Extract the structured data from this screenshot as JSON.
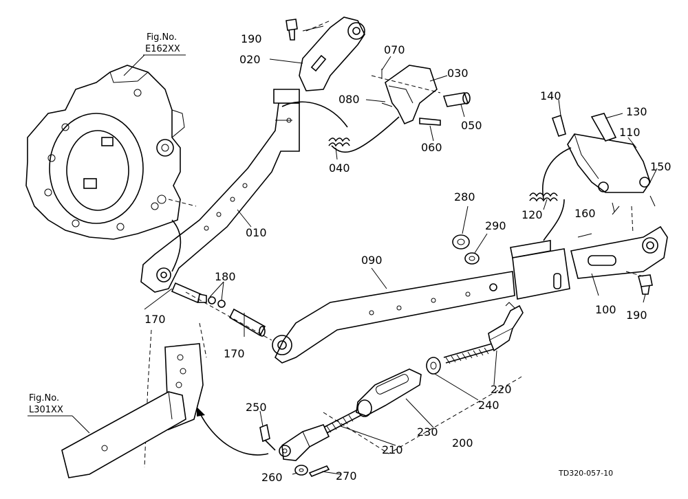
{
  "references": {
    "top": {
      "prefix": "Fig.No.",
      "code": "E162XX"
    },
    "bottom": {
      "prefix": "Fig.No.",
      "code": "L301XX"
    }
  },
  "part_numbers": {
    "p190a": "190",
    "p020": "020",
    "p070": "070",
    "p030": "030",
    "p080": "080",
    "p050": "050",
    "p060": "060",
    "p040": "040",
    "p010": "010",
    "p140": "140",
    "p130": "130",
    "p110": "110",
    "p150": "150",
    "p120": "120",
    "p160": "160",
    "p280": "280",
    "p290": "290",
    "p090": "090",
    "p100": "100",
    "p190b": "190",
    "p180": "180",
    "p170a": "170",
    "p170b": "170",
    "p220": "220",
    "p240": "240",
    "p230": "230",
    "p200": "200",
    "p210": "210",
    "p250": "250",
    "p260": "260",
    "p270": "270"
  },
  "drawing_code": "TD320-057-10"
}
